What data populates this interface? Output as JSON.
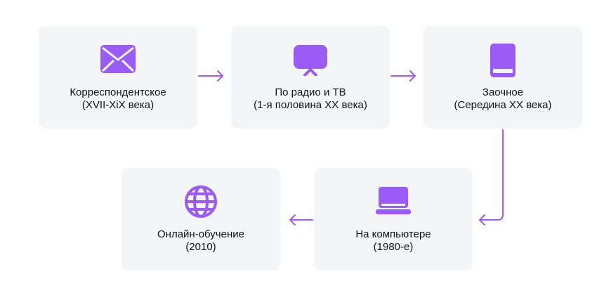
{
  "colors": {
    "accent": "#9b5cf5",
    "card": "#f4f5f7"
  },
  "steps": [
    {
      "title": "Корреспондентское",
      "period": "(XVII-XiX века)",
      "icon": "envelope-icon"
    },
    {
      "title": "По радио и ТВ",
      "period": "(1-я половина XX века)",
      "icon": "tv-icon"
    },
    {
      "title": "Заочное",
      "period": "(Середина XX века)",
      "icon": "book-icon"
    },
    {
      "title": "На компьютере",
      "period": "(1980-е)",
      "icon": "laptop-icon"
    },
    {
      "title": "Онлайн-обучение",
      "period": "(2010)",
      "icon": "globe-icon"
    }
  ]
}
